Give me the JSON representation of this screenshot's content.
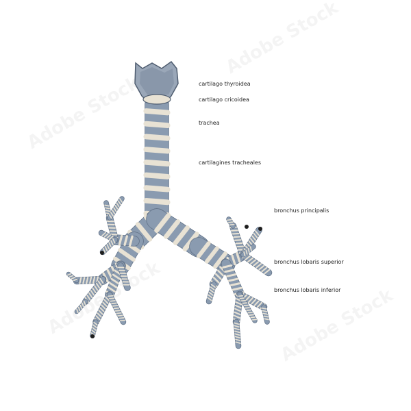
{
  "labels": [
    "cartilago thyroidea",
    "cartilago cricoidea",
    "trachea",
    "cartilagines tracheales",
    "bronchus principalis",
    "bronchus lobaris superior",
    "bronchus lobaris inferior"
  ],
  "stock_id": "243112489",
  "watermark": "Adobe Stock",
  "colors": {
    "tube": "#8a9bb0",
    "tube_dark": "#5f6f84",
    "ring": "#e8e2d4",
    "larynx": "#9aa7b8",
    "larynx_dark": "#4f5d70",
    "end_cap": "#1e1e1e"
  }
}
